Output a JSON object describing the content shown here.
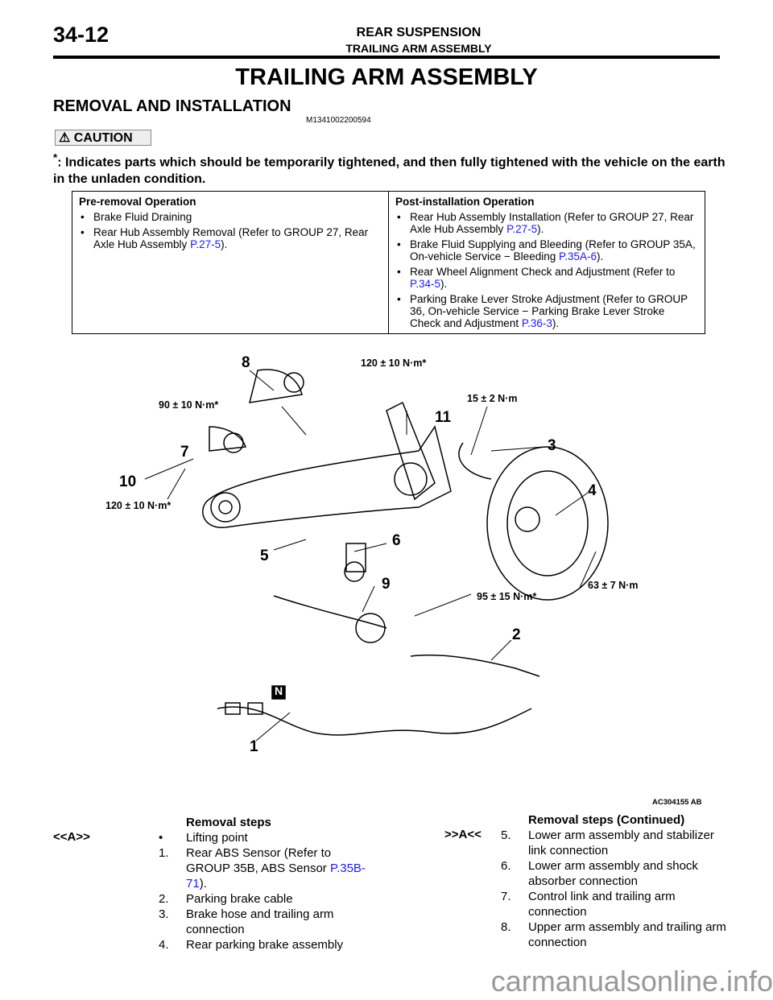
{
  "header": {
    "page_number": "34-12",
    "section": "REAR SUSPENSION",
    "subsection": "TRAILING ARM ASSEMBLY"
  },
  "title": "TRAILING ARM ASSEMBLY",
  "subtitle": "REMOVAL AND INSTALLATION",
  "doc_code": "M1341002200594",
  "caution": {
    "label": "CAUTION",
    "asterisk": "*",
    "text": ": Indicates parts which should be temporarily tightened, and then fully tightened with the vehicle on the earth in the unladen condition."
  },
  "pre_removal": {
    "heading": "Pre-removal Operation",
    "items": [
      {
        "text": "Brake Fluid Draining",
        "link": ""
      },
      {
        "text": "Rear Hub Assembly Removal (Refer to GROUP 27, Rear Axle Hub Assembly ",
        "link": "P.27-5",
        "tail": ")."
      }
    ]
  },
  "post_install": {
    "heading": "Post-installation Operation",
    "items": [
      {
        "text": "Rear Hub Assembly Installation (Refer to GROUP 27, Rear Axle Hub Assembly ",
        "link": "P.27-5",
        "tail": ")."
      },
      {
        "text": "Brake Fluid Supplying and Bleeding (Refer to GROUP 35A, On-vehicle Service − Bleeding ",
        "link": "P.35A-6",
        "tail": ")."
      },
      {
        "text": "Rear Wheel Alignment Check and Adjustment (Refer to ",
        "link": "P.34-5",
        "tail": ")."
      },
      {
        "text": "Parking Brake Lever Stroke Adjustment (Refer to GROUP 36, On-vehicle Service − Parking Brake Lever Stroke Check and Adjustment ",
        "link": "P.36-3",
        "tail": ")."
      }
    ]
  },
  "diagram": {
    "callouts": [
      "1",
      "2",
      "3",
      "4",
      "5",
      "6",
      "7",
      "8",
      "9",
      "10",
      "11",
      "N"
    ],
    "torques": {
      "t8": "120 ± 10 N·m*",
      "t3": "15 ± 2 N·m",
      "t7": "90 ± 10 N·m*",
      "t10": "120 ± 10 N·m*",
      "t9": "95 ± 15 N·m*",
      "t4": "63 ± 7 N·m"
    },
    "figure_id": "AC304155 AB"
  },
  "removal_steps": {
    "heading": "Removal steps",
    "mark": "<<A>>",
    "lifting": "Lifting point",
    "items": [
      {
        "n": "1.",
        "text": "Rear ABS Sensor (Refer to GROUP 35B, ABS Sensor ",
        "link": "P.35B-71",
        "tail": ")."
      },
      {
        "n": "2.",
        "text": "Parking brake cable"
      },
      {
        "n": "3.",
        "text": "Brake hose and trailing arm connection"
      },
      {
        "n": "4.",
        "text": "Rear parking brake assembly"
      }
    ]
  },
  "removal_steps_cont": {
    "heading": "Removal steps (Continued)",
    "mark": ">>A<<",
    "items": [
      {
        "n": "5.",
        "text": "Lower arm assembly and stabilizer link connection"
      },
      {
        "n": "6.",
        "text": "Lower arm assembly and shock absorber connection"
      },
      {
        "n": "7.",
        "text": "Control link and trailing arm connection"
      },
      {
        "n": "8.",
        "text": "Upper arm assembly and trailing arm connection"
      }
    ]
  },
  "watermark": "carmanualsonline.info"
}
